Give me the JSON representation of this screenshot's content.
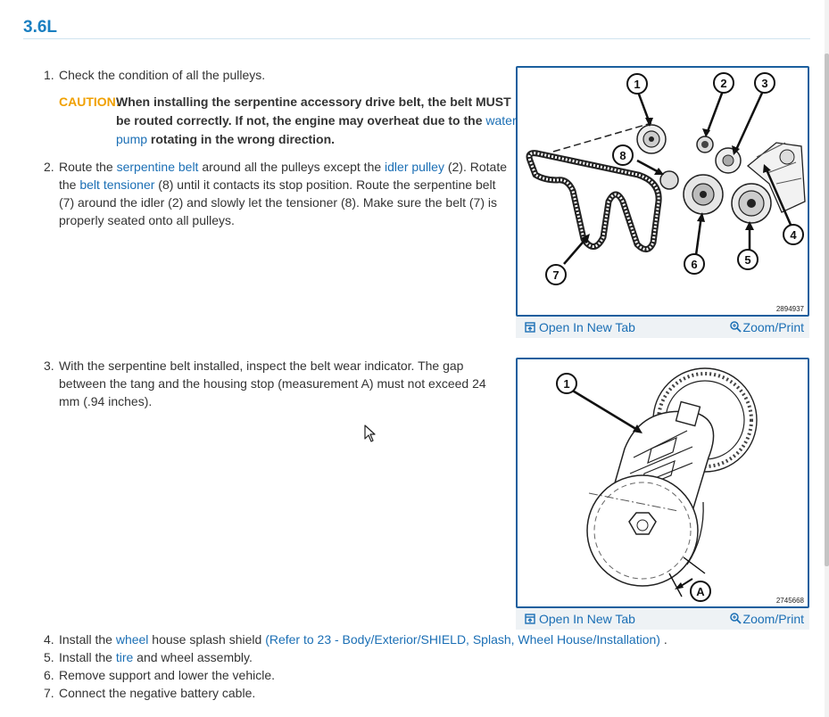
{
  "header": {
    "title": "3.6L"
  },
  "step1": {
    "num": "1.",
    "text": "Check the condition of all the pulleys.",
    "caution_label": "CAUTION:",
    "caution_text_a": "When installing the serpentine accessory drive belt, the belt MUST be routed correctly. If not, the engine may overheat due to the ",
    "caution_link": "water pump",
    "caution_text_b": " rotating in the wrong direction."
  },
  "step2": {
    "num": "2.",
    "t1": "Route the ",
    "l1": "serpentine belt",
    "t2": " around all the pulleys except the ",
    "l2": "idler pulley",
    "t3": " (2). Rotate the ",
    "l3": "belt tensioner",
    "t4": " (8) until it contacts its stop position. Route the serpentine belt (7) around the idler (2) and slowly let the tensioner (8). Make sure the belt (7) is properly seated onto all pulleys."
  },
  "step3": {
    "num": "3.",
    "text": "With the serpentine belt installed, inspect the belt wear indicator. The gap between the tang and the housing stop (measurement A) must not exceed 24 mm (.94 inches)."
  },
  "figure1": {
    "id": "2894937",
    "callouts": [
      "1",
      "2",
      "3",
      "4",
      "5",
      "6",
      "7",
      "8"
    ],
    "open_label": "Open In New Tab",
    "zoom_label": "Zoom/Print"
  },
  "figure2": {
    "id": "2745668",
    "callouts": [
      "1",
      "A"
    ],
    "open_label": "Open In New Tab",
    "zoom_label": "Zoom/Print"
  },
  "step4": {
    "num": "4.",
    "t1": "Install the ",
    "l1": "wheel",
    "t2": " house splash shield ",
    "l2": "(Refer to 23 - Body/Exterior/SHIELD, Splash, Wheel House/Installation)",
    "t3": " ."
  },
  "step5": {
    "num": "5.",
    "t1": "Install the ",
    "l1": "tire",
    "t2": " and wheel assembly."
  },
  "step6": {
    "num": "6.",
    "text": "Remove support and lower the vehicle."
  },
  "step7": {
    "num": "7.",
    "text": "Connect the negative battery cable."
  },
  "icons": {
    "open": "open-new-tab-icon",
    "zoom": "zoom-magnifier-icon",
    "cursor": "mouse-pointer-icon"
  },
  "colors": {
    "heading": "#1a7fc1",
    "link": "#1b6fb5",
    "caution": "#f0a000",
    "frame": "#1b5f9e",
    "bar": "#eef2f5"
  }
}
